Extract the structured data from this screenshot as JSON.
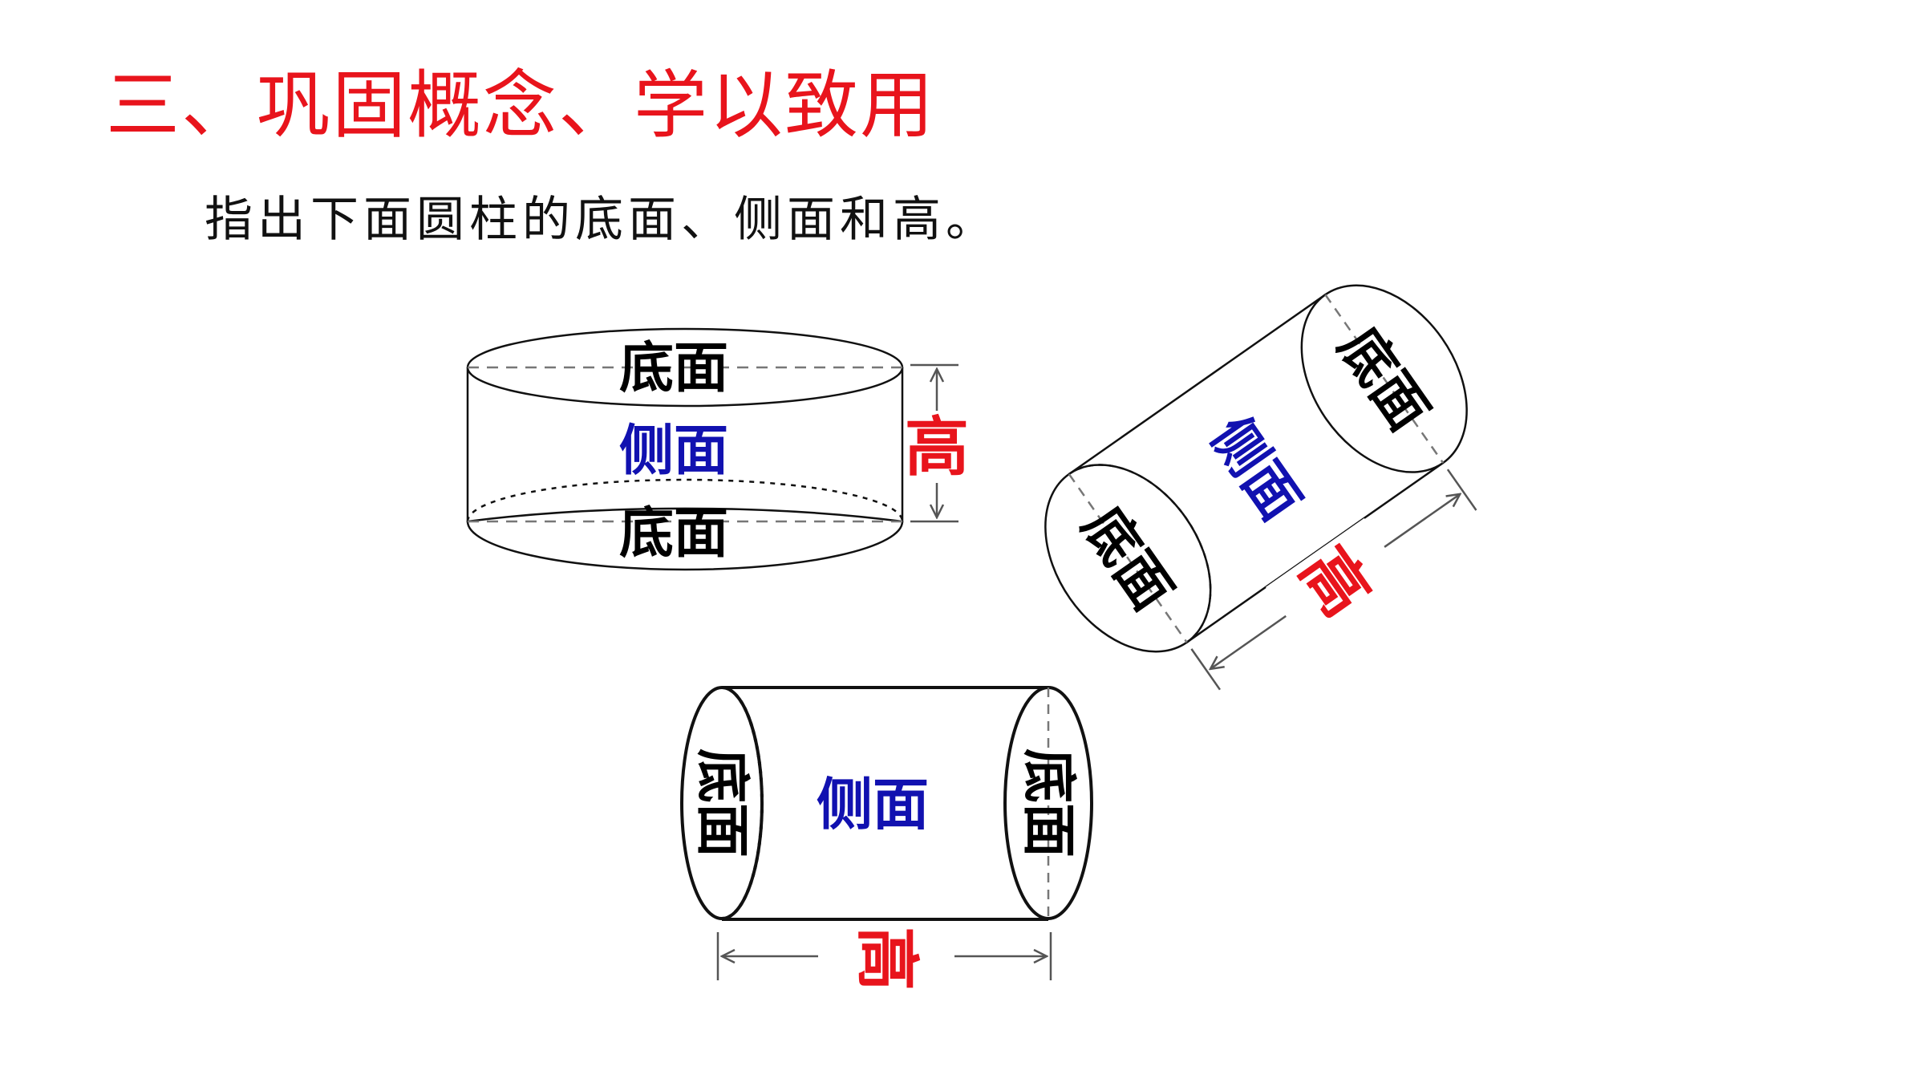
{
  "title": "三、巩固概念、学以致用",
  "instruction": "指出下面圆柱的底面、侧面和高。",
  "labels": {
    "base": "底面",
    "side": "侧面",
    "height": "高"
  },
  "colors": {
    "title": "#e8141c",
    "instruction": "#111111",
    "base_label": "#000000",
    "side_label": "#1111b0",
    "height_label": "#e8141c",
    "outline": "#111111",
    "guide": "#777777"
  },
  "icons": {
    "arrow": "double-arrow-icon"
  }
}
